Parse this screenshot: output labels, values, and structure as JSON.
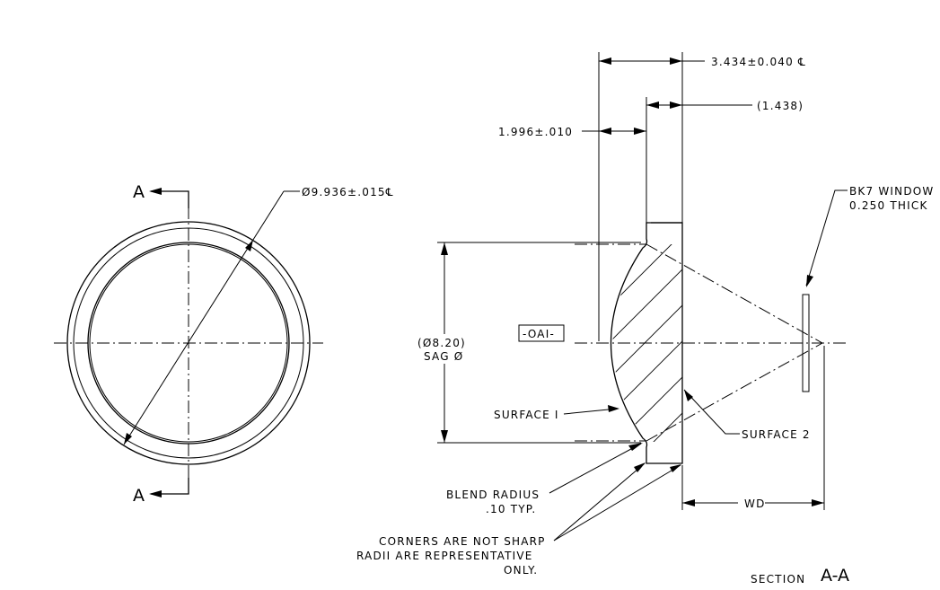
{
  "front_view": {
    "section_marker": "A",
    "diameter_label": "Ø9.936±.015℄"
  },
  "section_view": {
    "overall_length": "3.434±0.040 ℄",
    "ref_length": "(1.438)",
    "flange_length": "1.996±.010",
    "sag_diameter_line1": "(Ø8.20)",
    "sag_diameter_line2": "SAG Ø",
    "datum": "-OAI-",
    "surface1": "SURFACE I",
    "surface2": "SURFACE 2",
    "window_line1": "BK7 WINDOW",
    "window_line2": "0.250 THICK",
    "blend_line1": "BLEND  RADIUS",
    "blend_line2": ".10 TYP.",
    "corners_line1": "CORNERS ARE NOT SHARP",
    "corners_line2": "RADII ARE REPRESENTATIVE",
    "corners_line3": "ONLY.",
    "wd": "WD",
    "section_word": "SECTION",
    "section_id": "A-A"
  }
}
